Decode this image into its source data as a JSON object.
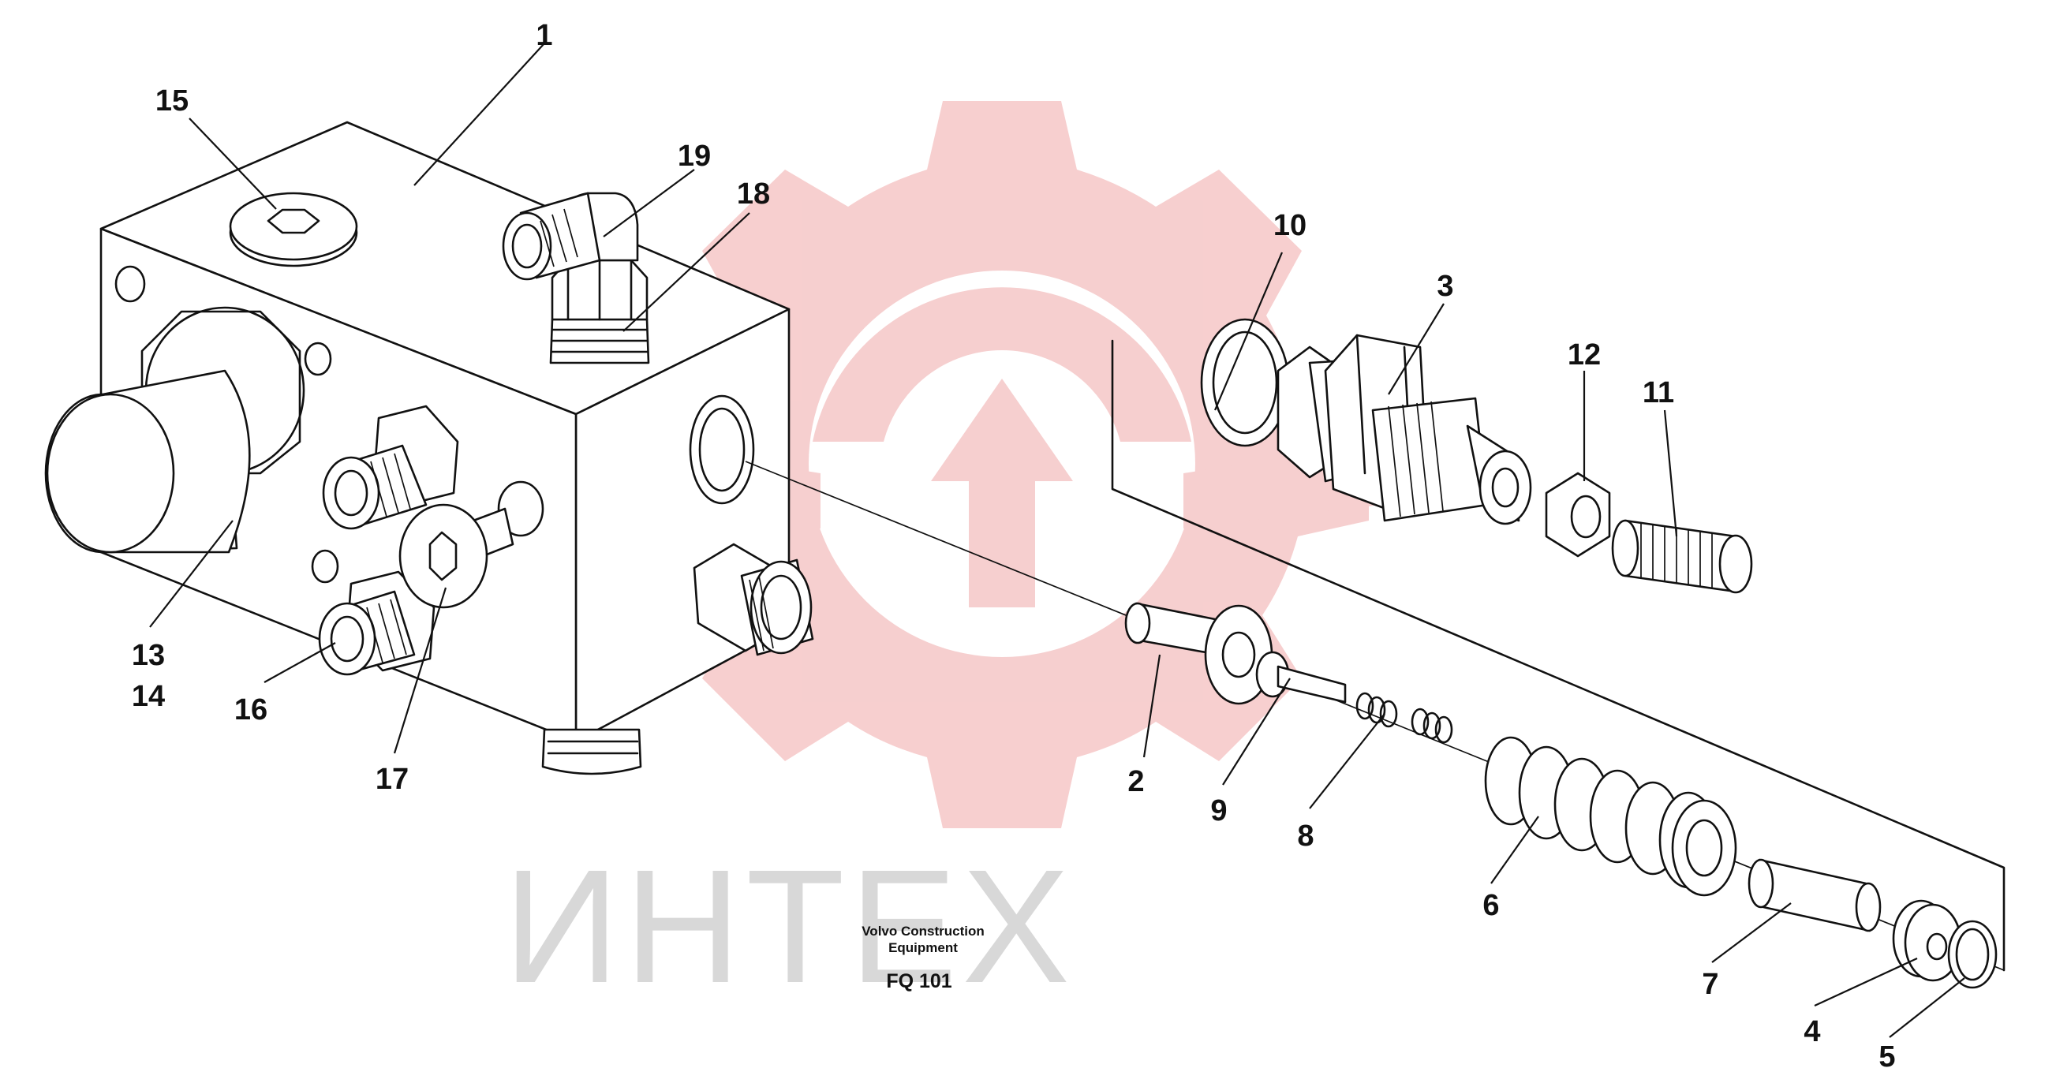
{
  "diagram": {
    "kind": "exploded parts view",
    "callouts": [
      "1",
      "2",
      "3",
      "4",
      "5",
      "6",
      "7",
      "8",
      "9",
      "10",
      "11",
      "12",
      "13",
      "14",
      "15",
      "16",
      "17",
      "18",
      "19"
    ],
    "maker": [
      "Volvo Construction",
      "Equipment"
    ],
    "code": "FQ 101"
  },
  "watermark": {
    "text": "ИНТЕХ",
    "logo_color": "#f0a8a8",
    "text_color": "#d8d8d8"
  }
}
